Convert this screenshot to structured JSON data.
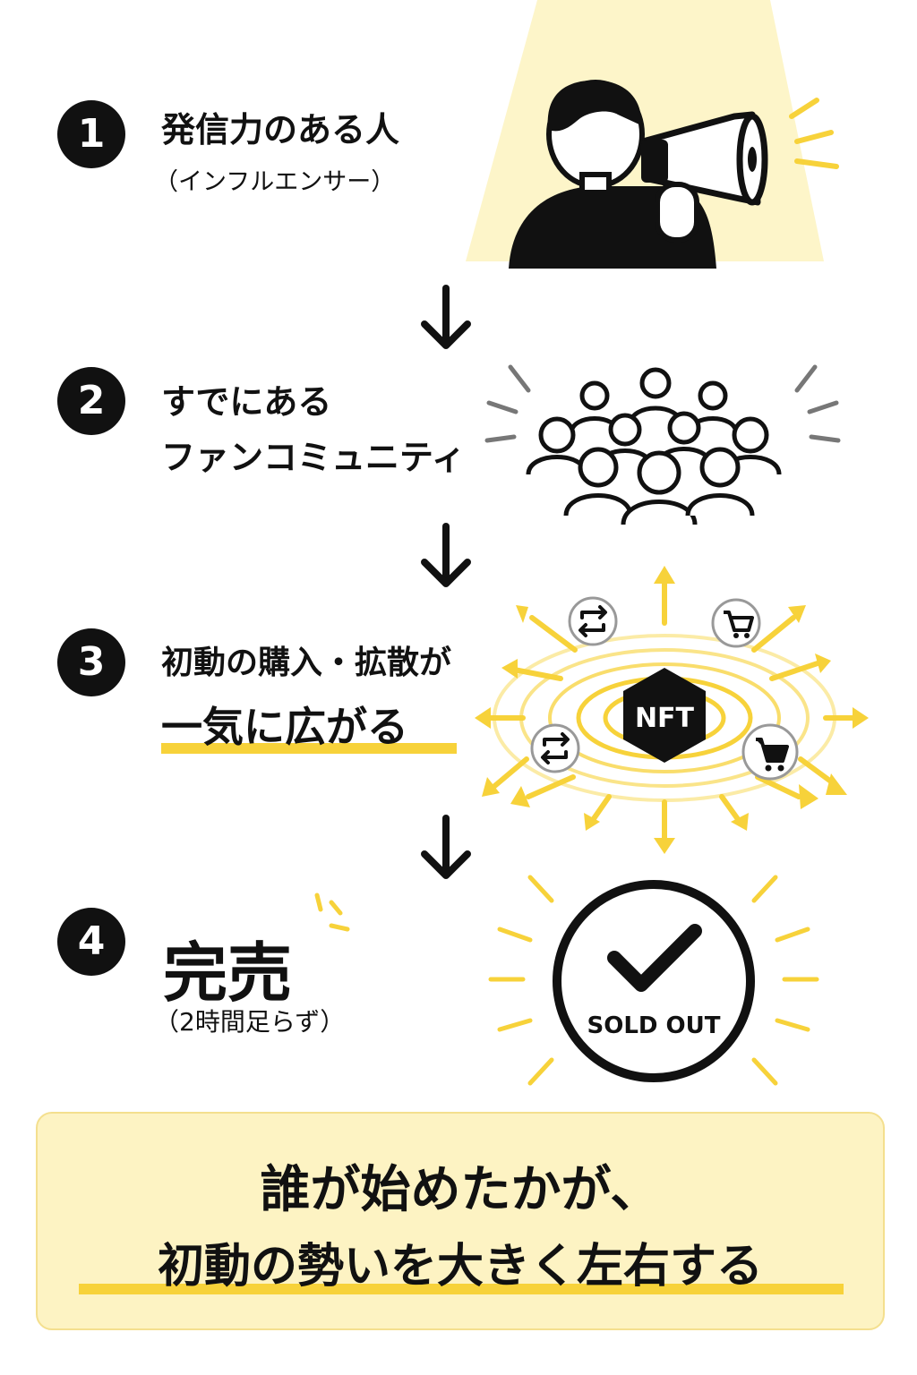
{
  "steps": [
    {
      "number": "1",
      "title": "発信力のある人",
      "subtitle": "（インフルエンサー）"
    },
    {
      "number": "2",
      "title_line1": "すでにある",
      "title_line2": "ファンコミュニティ"
    },
    {
      "number": "3",
      "title_line1": "初動の購入・拡散が",
      "title_line2": "一気に広がる"
    },
    {
      "number": "4",
      "title": "完売",
      "subtitle": "（2時間足らず）"
    }
  ],
  "badges": {
    "nft": "NFT",
    "sold_out": "SOLD OUT"
  },
  "conclusion": {
    "line1": "誰が始めたかが、",
    "line2": "初動の勢いを大きく左右する"
  },
  "colors": {
    "accent": "#f7d23a",
    "dark": "#111111",
    "panel": "#fdf3c3"
  }
}
